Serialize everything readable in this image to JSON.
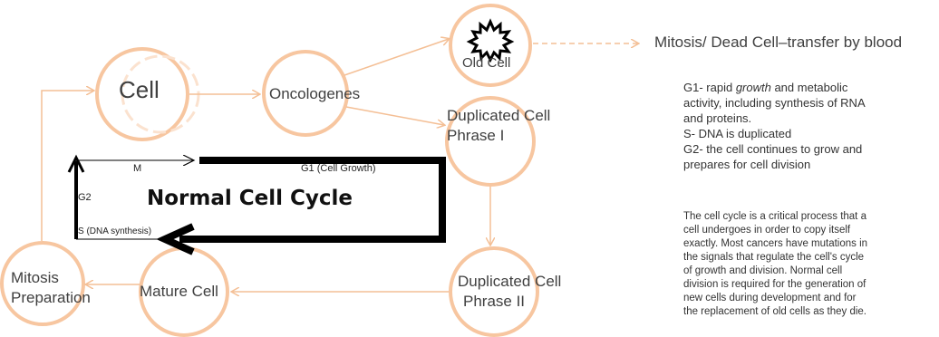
{
  "nodes": {
    "cell": "Cell",
    "oncogenes": "Oncologenes",
    "old_cell": "Old Cell",
    "dup1_line1": "Duplicated Cell",
    "dup1_line2": "Phrase I",
    "dup2_line1": "Duplicated Cell",
    "dup2_line2": "Phrase II",
    "mature": "Mature Cell",
    "mitosis_line1": "Mitosis",
    "mitosis_line2": "Preparation"
  },
  "outcome": "Mitosis/ Dead Cell–transfer by blood",
  "cycle": {
    "title": "Normal Cell Cycle",
    "m": "M",
    "g1": "G1 (Cell Growth)",
    "g2": "G2",
    "s": "S (DNA synthesis)"
  },
  "phases": [
    "G1- rapid growth and metabolic",
    "activity, including synthesis of RNA",
    "and proteins.",
    "S- DNA is duplicated",
    "G2- the cell continues to grow and",
    "prepares for cell division"
  ],
  "phases_emphasis": "growth",
  "description": [
    "The cell cycle is a critical process that a",
    "cell undergoes in order to copy itself",
    "exactly. Most cancers have mutations in",
    "the signals that regulate the cell's cycle",
    "of growth and division. Normal cell",
    "division is required for the generation of",
    "new cells during development and for",
    "the replacement of old cells as they die."
  ],
  "colors": {
    "circle": "#f7c9a0",
    "arrow": "#f7c9a0",
    "cycle_box": "#000000"
  }
}
